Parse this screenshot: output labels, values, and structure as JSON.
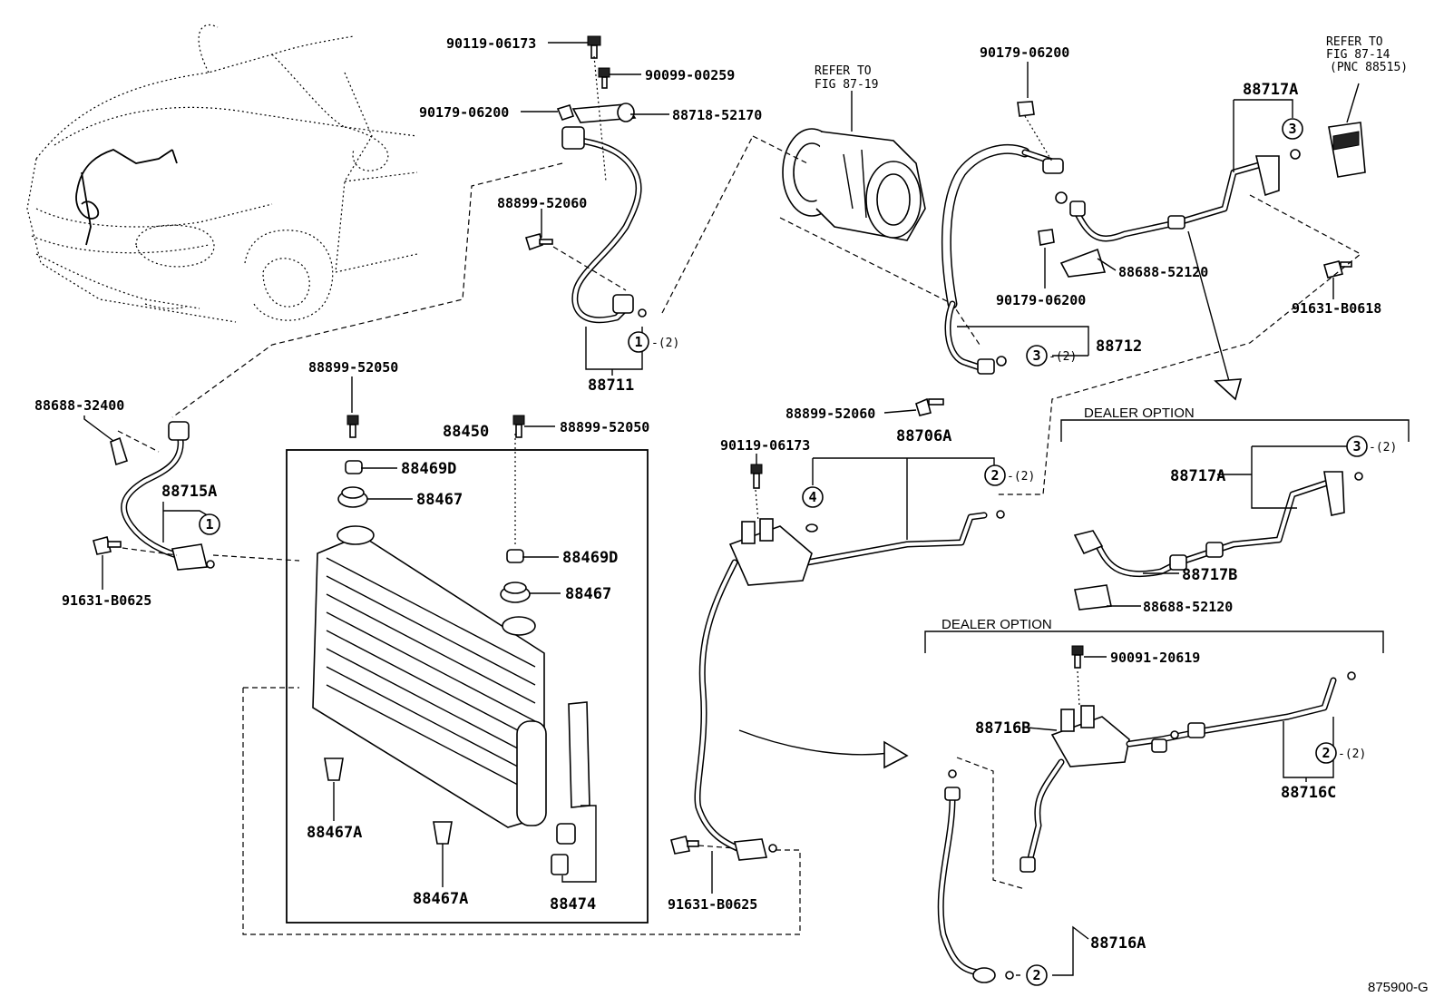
{
  "labels": {
    "p_90119_06173_top": "90119-06173",
    "p_90099_00259": "90099-00259",
    "p_90179_06200_left": "90179-06200",
    "p_88718_52170": "88718-52170",
    "p_88899_52060_top": "88899-52060",
    "p_88711": "88711",
    "p_88899_52050_a": "88899-52050",
    "p_88899_52050_b": "88899-52050",
    "p_88450": "88450",
    "p_88469D_a": "88469D",
    "p_88467_a": "88467",
    "p_88469D_b": "88469D",
    "p_88467_b": "88467",
    "p_88688_32400": "88688-32400",
    "p_88715A": "88715A",
    "p_91631_B0625_left": "91631-B0625",
    "p_88467A_a": "88467A",
    "p_88467A_b": "88467A",
    "p_88474": "88474",
    "p_91631_B0625_mid": "91631-B0625",
    "refer_87_19_line1": "REFER TO",
    "refer_87_19_line2": "FIG 87-19",
    "p_90179_06200_top": "90179-06200",
    "p_88717A_top": "88717A",
    "refer_87_14_line1": "REFER TO",
    "refer_87_14_line2": "FIG 87-14",
    "refer_87_14_line3": "(PNC 88515)",
    "p_88688_52120_top": "88688-52120",
    "p_90179_06200_mid": "90179-06200",
    "p_91631_B0618": "91631-B0618",
    "p_88712": "88712",
    "p_88899_52060_mid": "88899-52060",
    "p_90119_06173_mid": "90119-06173",
    "p_88706A": "88706A",
    "dealer_option_1": "DEALER OPTION",
    "p_88717A_opt": "88717A",
    "p_88717B": "88717B",
    "p_88688_52120_opt": "88688-52120",
    "dealer_option_2": "DEALER OPTION",
    "p_90091_20619": "90091-20619",
    "p_88716B": "88716B",
    "p_88716C": "88716C",
    "p_88716A": "88716A",
    "fig_code": "875900-G"
  },
  "callouts": {
    "c1_a": "1",
    "c1_a_qty": "-(2)",
    "c1_b": "1",
    "c3_a": "3",
    "c3_a_qty": "-(2)",
    "c3_b": "3",
    "c2_a": "2",
    "c2_a_qty": "-(2)",
    "c4": "4",
    "c3_c": "3",
    "c3_c_qty": "-(2)",
    "c2_b": "2",
    "c2_b_qty": "-(2)",
    "c2_c": "2"
  }
}
